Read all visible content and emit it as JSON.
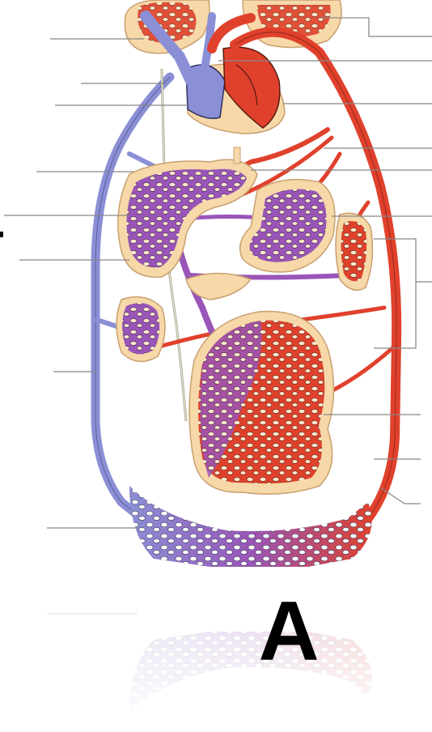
{
  "figure": {
    "panel_letter": "A",
    "colors": {
      "oxygenated": "#e0412c",
      "deoxygenated": "#8b8fd6",
      "capillary_mix": "#9a55b8",
      "tissue": "#f7d8a8",
      "tissue_outline": "#c9a070",
      "label_line": "#888888",
      "lymph_vessel": "#c8c8b0"
    },
    "label_lines": [
      {
        "id": "label-line-1",
        "side": "left"
      },
      {
        "id": "label-line-2",
        "side": "left"
      },
      {
        "id": "label-line-3",
        "side": "left"
      },
      {
        "id": "label-line-4",
        "side": "left"
      },
      {
        "id": "label-line-5",
        "side": "left"
      },
      {
        "id": "label-line-6",
        "side": "left"
      },
      {
        "id": "label-line-7",
        "side": "left"
      },
      {
        "id": "label-line-8",
        "side": "left"
      },
      {
        "id": "label-line-9",
        "side": "right"
      },
      {
        "id": "label-line-10",
        "side": "right"
      },
      {
        "id": "label-line-11",
        "side": "right"
      },
      {
        "id": "label-line-12",
        "side": "right"
      },
      {
        "id": "label-line-13",
        "side": "right"
      },
      {
        "id": "label-line-14",
        "side": "right"
      },
      {
        "id": "label-line-15",
        "side": "right"
      },
      {
        "id": "label-line-16",
        "side": "right"
      },
      {
        "id": "label-line-17",
        "side": "right"
      },
      {
        "id": "label-line-18",
        "side": "right"
      }
    ]
  }
}
